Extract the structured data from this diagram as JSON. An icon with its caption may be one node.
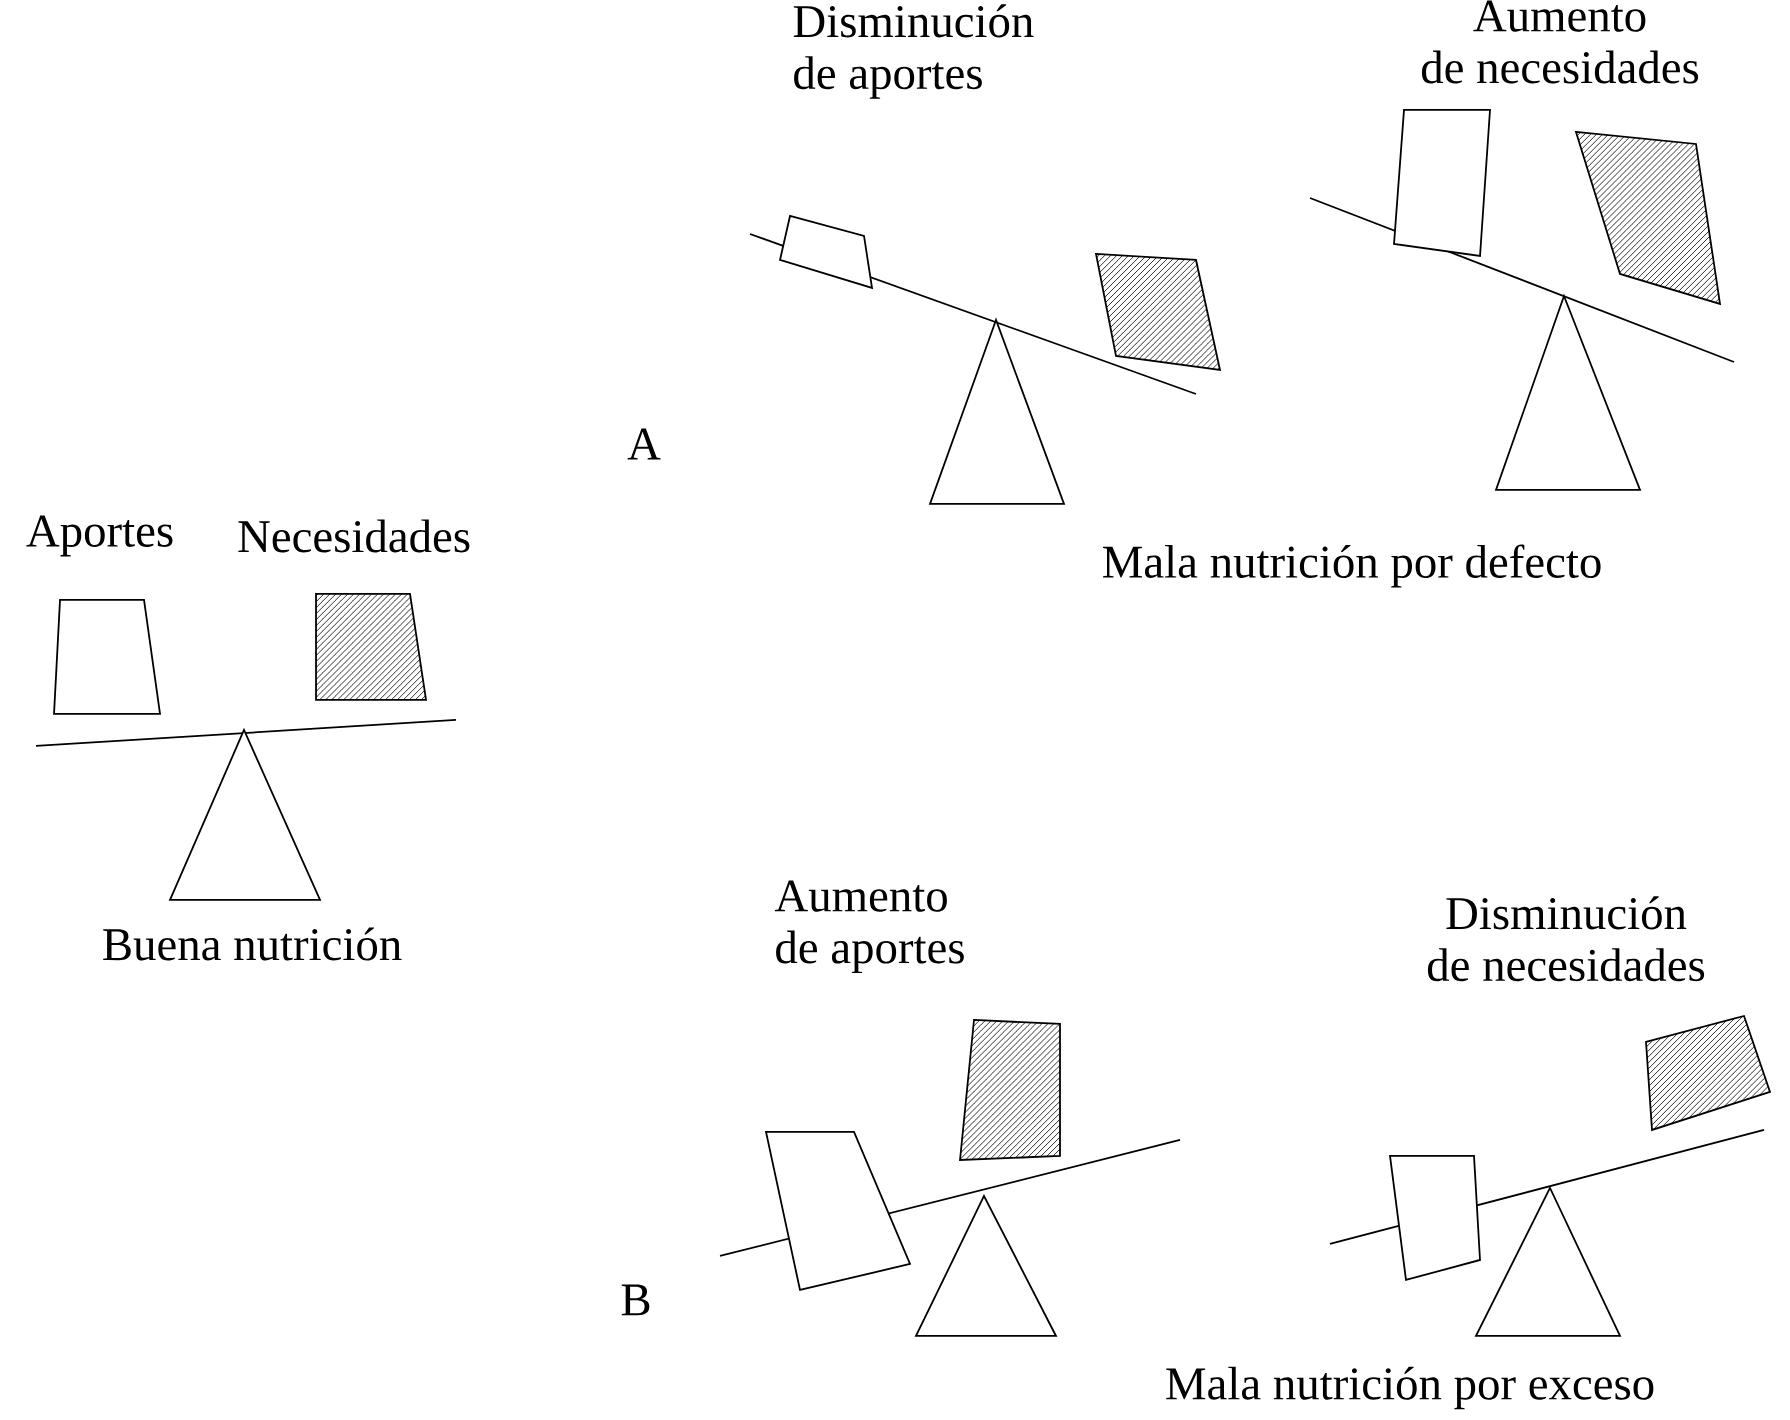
{
  "diagram": {
    "labels": [
      "Disminución de aportes",
      "Aumento de necesidades",
      "A",
      "Aportes",
      "Necesidades",
      "Mala nutrición por defecto",
      "Buena nutrición",
      "Aumento de aportes",
      "Disminución de necesidades",
      "B",
      "Mala nutrición por exceso"
    ]
  }
}
